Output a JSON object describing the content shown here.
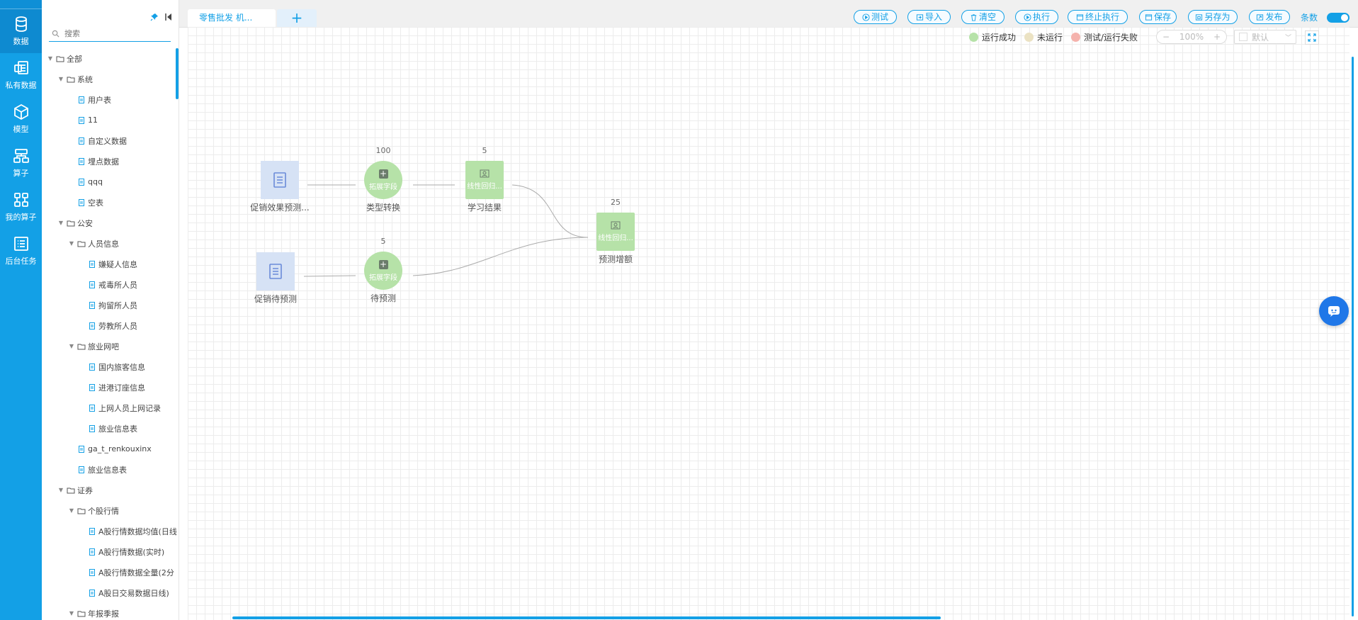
{
  "rail": [
    {
      "label": "数据",
      "icon": "database-icon"
    },
    {
      "label": "私有数据",
      "icon": "private-data-icon"
    },
    {
      "label": "模型",
      "icon": "cube-icon"
    },
    {
      "label": "算子",
      "icon": "operator-icon"
    },
    {
      "label": "我的算子",
      "icon": "my-operator-icon"
    },
    {
      "label": "后台任务",
      "icon": "task-list-icon"
    }
  ],
  "tree": {
    "search_placeholder": "搜索",
    "items": [
      {
        "label": "全部",
        "type": "folder",
        "level": 0
      },
      {
        "label": "系统",
        "type": "folder",
        "level": 1
      },
      {
        "label": "用户表",
        "type": "file",
        "level": 2
      },
      {
        "label": "11",
        "type": "file",
        "level": 2
      },
      {
        "label": "自定义数据",
        "type": "file",
        "level": 2
      },
      {
        "label": "埋点数据",
        "type": "file",
        "level": 2
      },
      {
        "label": "qqq",
        "type": "file",
        "level": 2
      },
      {
        "label": "空表",
        "type": "file",
        "level": 2
      },
      {
        "label": "公安",
        "type": "folder",
        "level": 1
      },
      {
        "label": "人员信息",
        "type": "folder",
        "level": 2
      },
      {
        "label": "嫌疑人信息",
        "type": "file",
        "level": 3
      },
      {
        "label": "戒毒所人员",
        "type": "file",
        "level": 3
      },
      {
        "label": "拘留所人员",
        "type": "file",
        "level": 3
      },
      {
        "label": "劳教所人员",
        "type": "file",
        "level": 3
      },
      {
        "label": "旅业网吧",
        "type": "folder",
        "level": 2
      },
      {
        "label": "国内旅客信息",
        "type": "file",
        "level": 3
      },
      {
        "label": "进港订座信息",
        "type": "file",
        "level": 3
      },
      {
        "label": "上网人员上网记录",
        "type": "file",
        "level": 3
      },
      {
        "label": "旅业信息表",
        "type": "file",
        "level": 3
      },
      {
        "label": "ga_t_renkouxinx",
        "type": "file",
        "level": 2
      },
      {
        "label": "旅业信息表",
        "type": "file",
        "level": 2
      },
      {
        "label": "证券",
        "type": "folder",
        "level": 1
      },
      {
        "label": "个股行情",
        "type": "folder",
        "level": 2
      },
      {
        "label": "A股行情数据均值(日线",
        "type": "file",
        "level": 3
      },
      {
        "label": "A股行情数据(实时)",
        "type": "file",
        "level": 3
      },
      {
        "label": "A股行情数据全量(2分",
        "type": "file",
        "level": 3
      },
      {
        "label": "A股日交易数据日线)",
        "type": "file",
        "level": 3
      },
      {
        "label": "年报季报",
        "type": "folder",
        "level": 2
      }
    ]
  },
  "tab": {
    "title": "零售批发 机...",
    "add": "+"
  },
  "toolbar": {
    "buttons": [
      "测试",
      "导入",
      "清空",
      "执行",
      "终止执行",
      "保存",
      "另存为",
      "发布"
    ],
    "count_label": "条数"
  },
  "legend": [
    {
      "label": "运行成功",
      "color": "#b6e2a8"
    },
    {
      "label": "未运行",
      "color": "#ebe2c3"
    },
    {
      "label": "测试/运行失败",
      "color": "#f5b3ad"
    }
  ],
  "zoom": {
    "minus": "−",
    "value": "100%",
    "plus": "+"
  },
  "layout_select": {
    "value": "默认"
  },
  "nodes": {
    "n1": {
      "label": "促销效果预测..."
    },
    "n2": {
      "label": "类型转换",
      "inner": "拓展字段",
      "count": "100"
    },
    "n3": {
      "label": "学习结果",
      "inner": "线性回归...",
      "count": "5"
    },
    "n4": {
      "label": "促销待预测"
    },
    "n5": {
      "label": "待预测",
      "inner": "拓展字段",
      "count": "5"
    },
    "n6": {
      "label": "预测增额",
      "inner": "线性回归...",
      "count": "25"
    }
  }
}
